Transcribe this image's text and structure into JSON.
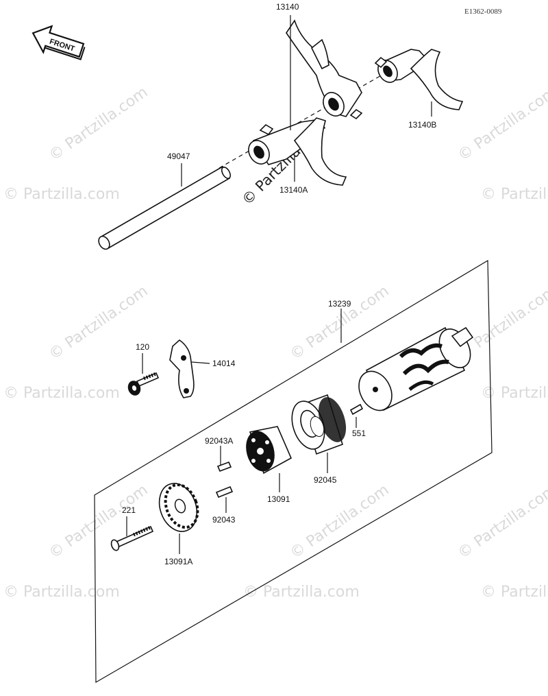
{
  "ref_code": "E1362-0089",
  "front_label": "FRONT",
  "watermark": "© Partzilla.com",
  "labels": {
    "p13140": "13140",
    "p13140B": "13140B",
    "p13140A": "13140A",
    "p49047": "49047",
    "p13239": "13239",
    "p120": "120",
    "p14014": "14014",
    "p92043A": "92043A",
    "p551": "551",
    "p92045": "92045",
    "p13091": "13091",
    "p221": "221",
    "p92043": "92043",
    "p13091A": "13091A"
  }
}
